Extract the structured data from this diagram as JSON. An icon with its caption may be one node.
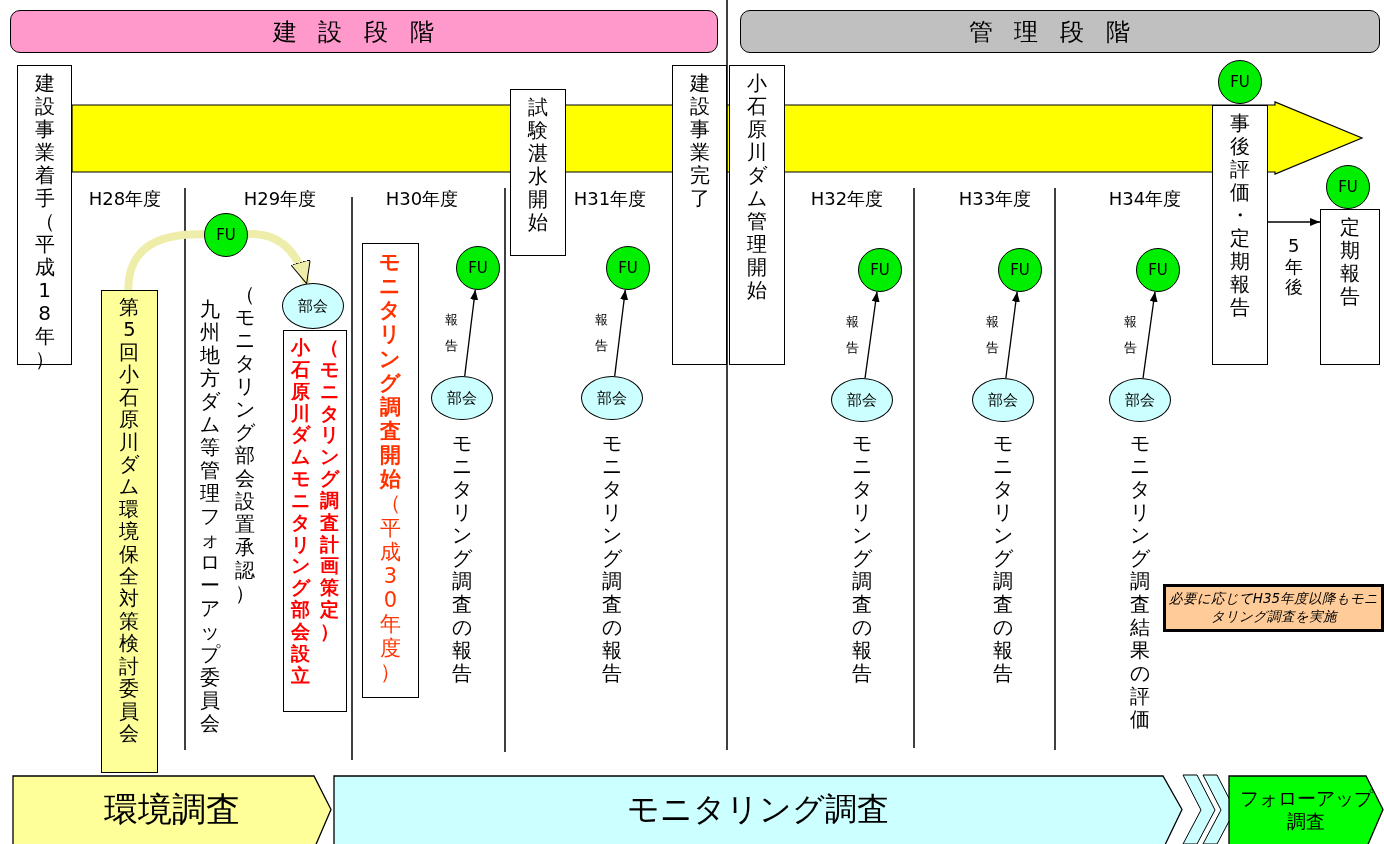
{
  "diagram": {
    "nodes": [
      {
        "text": [
          "建設段階"
        ]
      },
      {
        "text": [
          "管理段階"
        ]
      },
      {
        "text": [
          "建設事業着手（平成18年）"
        ]
      },
      {
        "text": [
          "試験湛水開始"
        ]
      },
      {
        "text": [
          "建設事業完了"
        ]
      },
      {
        "text": [
          "小石原川ダム管理開始"
        ]
      },
      {
        "text": [
          "FU"
        ]
      },
      {
        "text": [
          "事後評価・定期報告"
        ]
      },
      {
        "text": [
          "FU"
        ]
      },
      {
        "text": [
          "定期報告"
        ]
      },
      {
        "text": [
          "第5回小石原川ダム環境保全対策検討委員会"
        ]
      },
      {
        "text": [
          "FU"
        ]
      },
      {
        "text": [
          "部会"
        ]
      },
      {
        "text": [
          "小石原川ダムモニタリング部会設立",
          "（モニタリング調査計画策定）"
        ]
      },
      {
        "text": [
          "**モニタリング調査開始**（平成30年度）"
        ]
      },
      {
        "text": [
          "FU"
        ]
      },
      {
        "text": [
          "部会"
        ]
      },
      {
        "text": [
          "FU"
        ]
      },
      {
        "text": [
          "部会"
        ]
      },
      {
        "text": [
          "FU"
        ]
      },
      {
        "text": [
          "部会"
        ]
      },
      {
        "text": [
          "FU"
        ]
      },
      {
        "text": [
          "部会"
        ]
      },
      {
        "text": [
          "FU"
        ]
      },
      {
        "text": [
          "部会"
        ]
      },
      {
        "text": [
          "環境調査"
        ]
      },
      {
        "text": [
          "モニタリング調査"
        ]
      },
      {
        "text": [
          "フォローアップ調査"
        ]
      },
      {
        "text": [
          "必要に応じてH35年度以降もモニタリング調査を実施"
        ]
      }
    ],
    "edges": [
      {
        "from": 10,
        "to": 11,
        "arrow": "none",
        "style": "thick",
        "color": "#eeeeaa"
      },
      {
        "from": 11,
        "to": 12,
        "arrow": "to",
        "style": "thick",
        "color": "#eeeeaa"
      },
      {
        "from": 16,
        "to": 15,
        "arrow": "to",
        "label": "報告"
      },
      {
        "from": 18,
        "to": 17,
        "arrow": "to",
        "label": "報告"
      },
      {
        "from": 20,
        "to": 19,
        "arrow": "to",
        "label": "報告"
      },
      {
        "from": 22,
        "to": 21,
        "arrow": "to",
        "label": "報告"
      },
      {
        "from": 24,
        "to": 23,
        "arrow": "to",
        "label": "報告"
      },
      {
        "from": 7,
        "to": 9,
        "arrow": "to",
        "label": "5年後"
      }
    ],
    "labels": [
      "H28年度",
      "H29年度",
      "H30年度",
      "H31年度",
      "H32年度",
      "H33年度",
      "H34年度",
      "九州地方ダム等管理フォローアップ委員会",
      "（モニタリング部会設置承認）",
      "モニタリング調査の報告",
      "モニタリング調査の報告",
      "モニタリング調査の報告",
      "モニタリング調査の報告",
      "モニタリング調査結果の評価"
    ]
  }
}
